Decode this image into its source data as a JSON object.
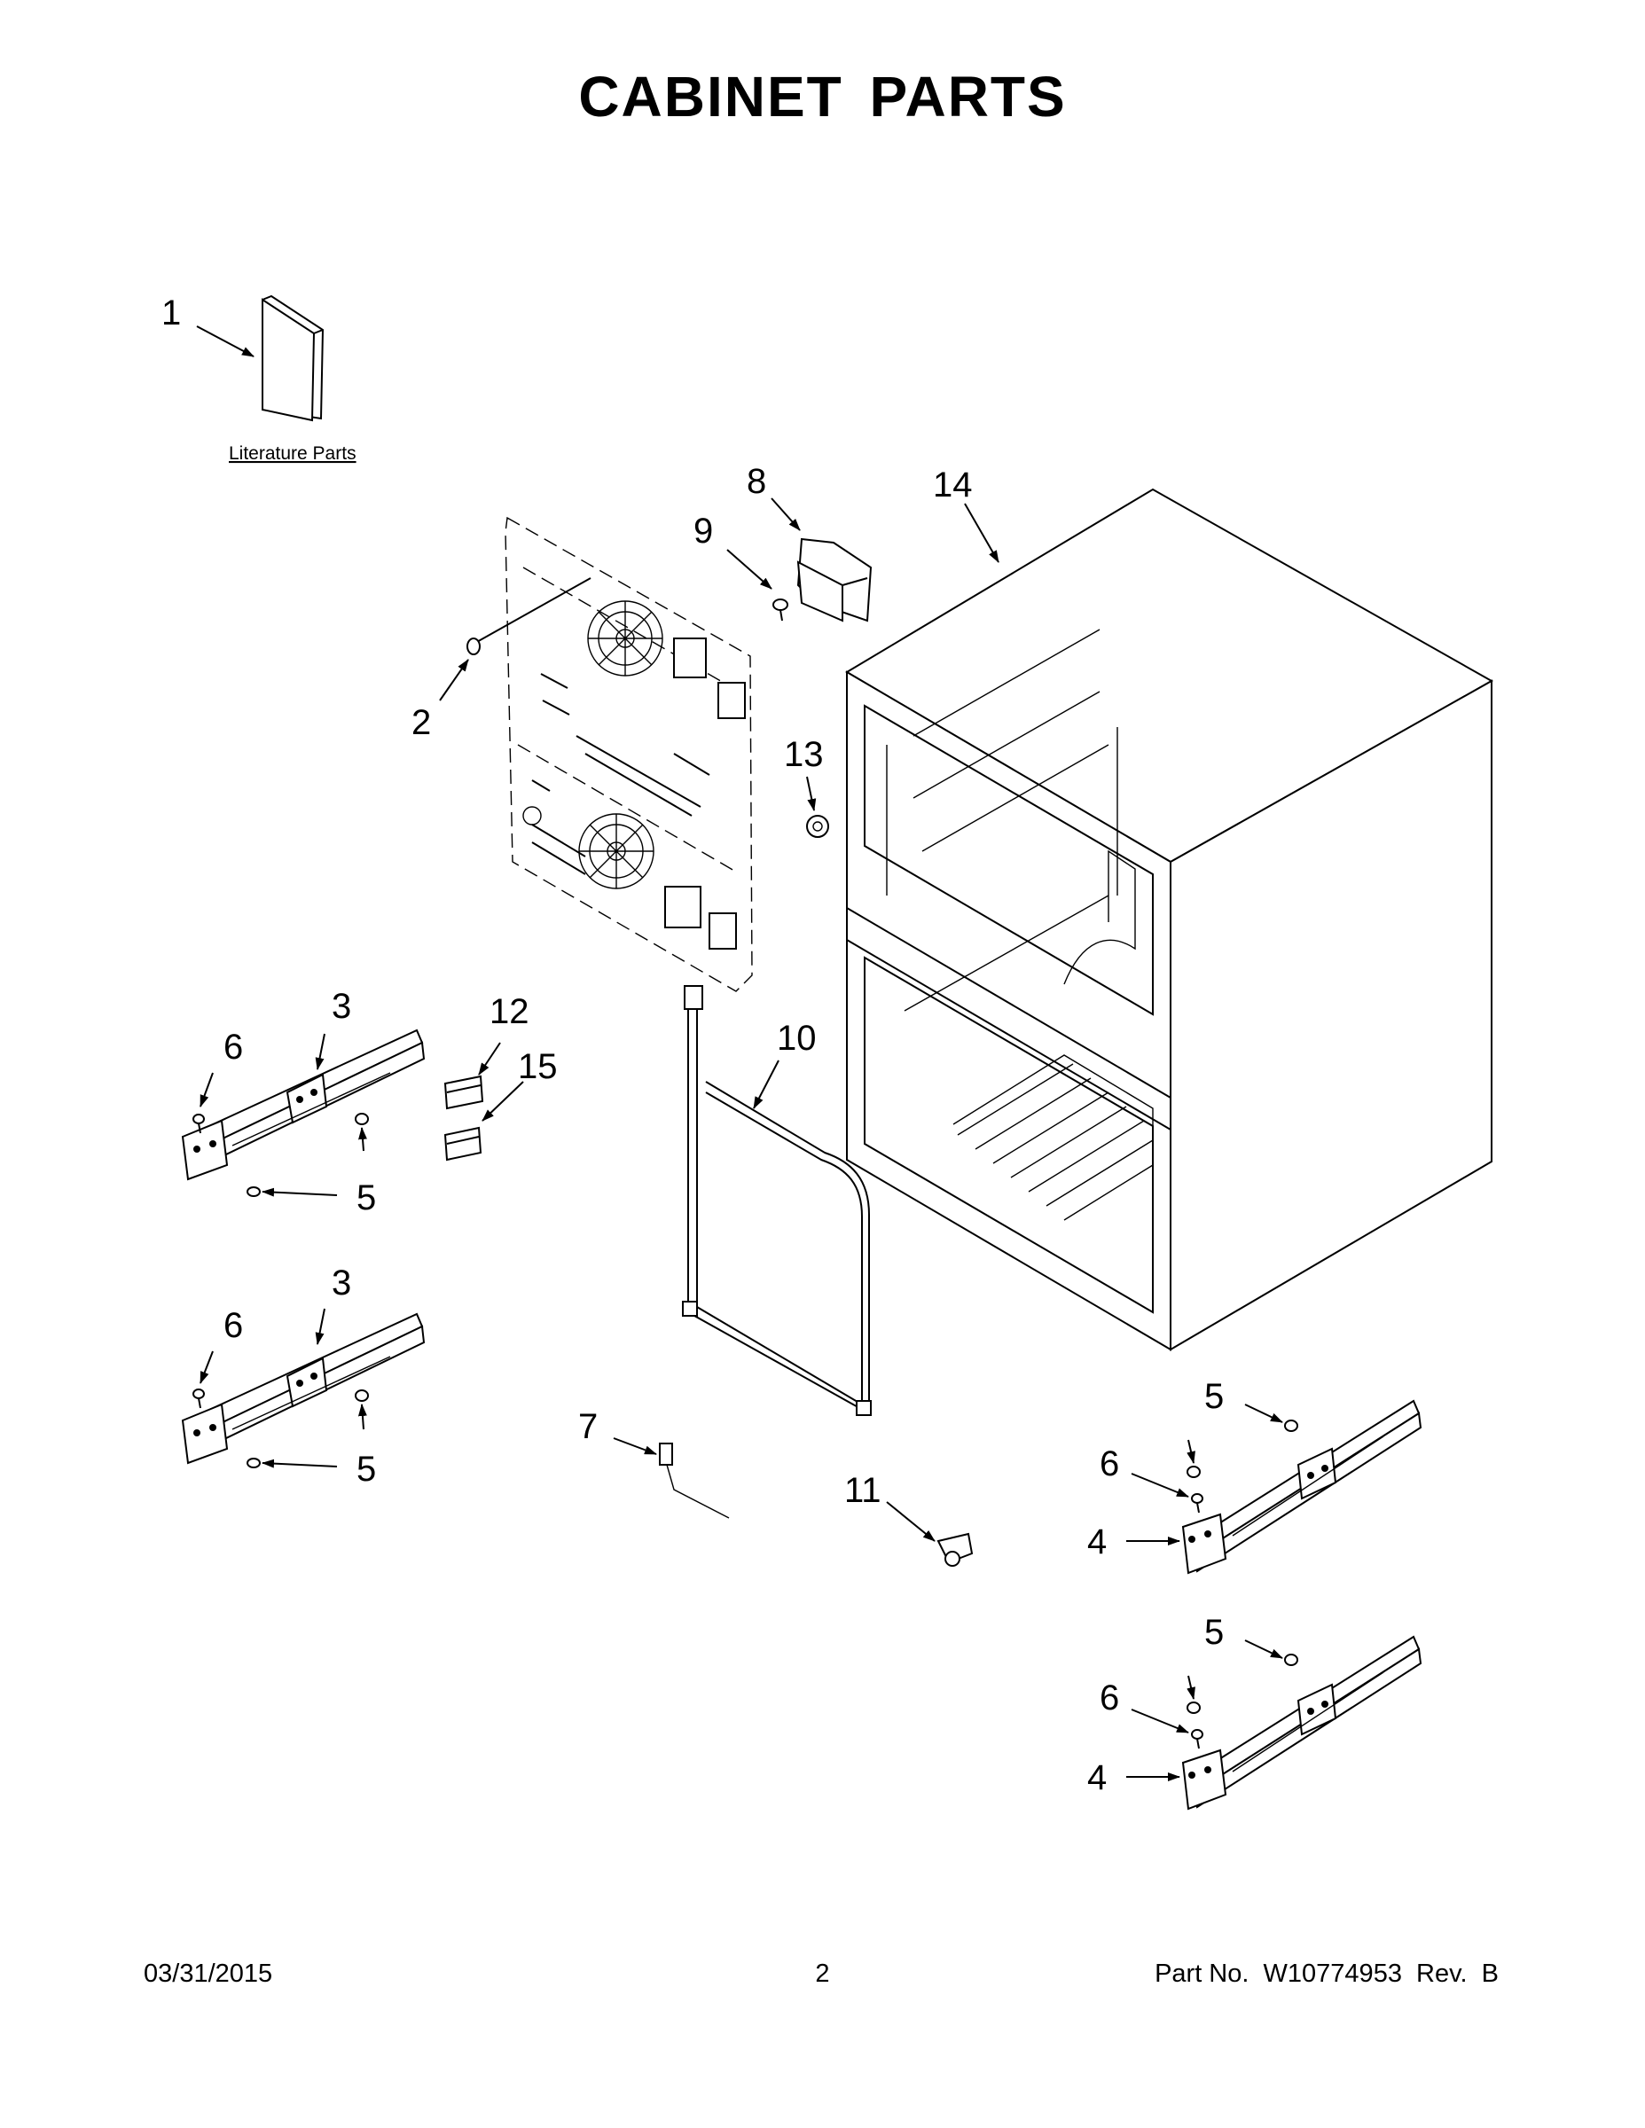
{
  "title": "CABINET PARTS",
  "literature_label": "Literature Parts",
  "callouts": {
    "c1": "1",
    "c2": "2",
    "c3a": "3",
    "c3b": "3",
    "c4a": "4",
    "c4b": "4",
    "c5a": "5",
    "c5b": "5",
    "c5c": "5",
    "c5d": "5",
    "c6a": "6",
    "c6b": "6",
    "c6c": "6",
    "c6d": "6",
    "c7": "7",
    "c8": "8",
    "c9": "9",
    "c10": "10",
    "c11": "11",
    "c12": "12",
    "c13": "13",
    "c14": "14",
    "c15": "15"
  },
  "footer": {
    "date": "03/31/2015",
    "page": "2",
    "part_number": "Part No.  W10774953  Rev.  B"
  }
}
